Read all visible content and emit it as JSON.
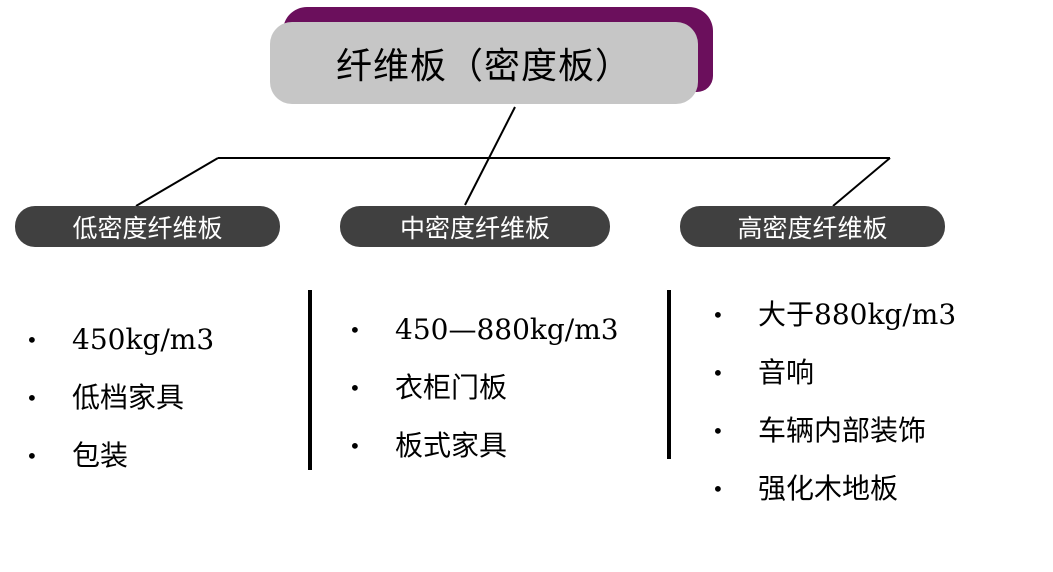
{
  "title": "纤维板（密度板）",
  "categories": [
    {
      "label": "低密度纤维板",
      "items": [
        "450kg/m3",
        "低档家具",
        "包装"
      ]
    },
    {
      "label": "中密度纤维板",
      "items": [
        "450—880kg/m3",
        "衣柜门板",
        "板式家具"
      ]
    },
    {
      "label": "高密度纤维板",
      "items": [
        "大于880kg/m3",
        "音响",
        "车辆内部装饰",
        "强化木地板"
      ]
    }
  ],
  "bullet_symbol": "•",
  "colors": {
    "title_fill": "#c6c6c6",
    "title_shadow": "#6b0f5c",
    "pill_fill": "#404040",
    "pill_text": "#ffffff",
    "line": "#000000"
  }
}
